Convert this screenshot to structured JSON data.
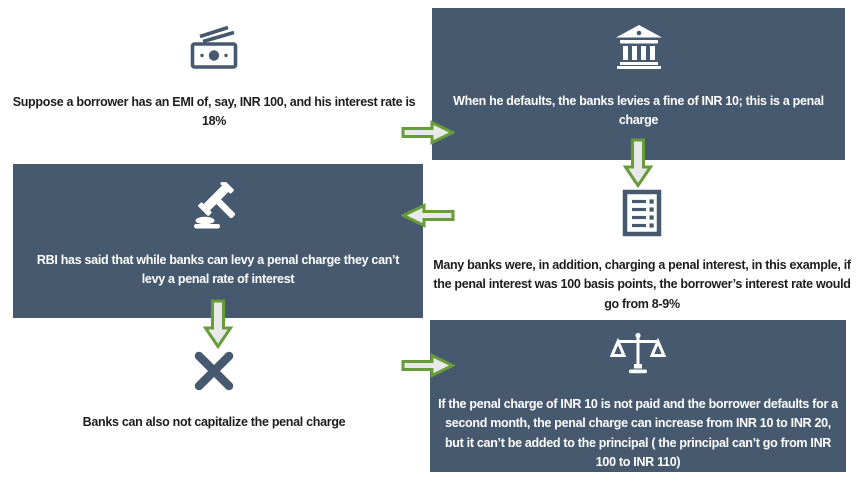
{
  "colors": {
    "panel_dark": "#47596E",
    "arrow_border_green": "#689c3a",
    "arrow_fill": "#e9e9e9",
    "icon_on_light": "#47596E",
    "icon_on_dark": "#ffffff",
    "text_on_light": "#1d1d1d",
    "text_on_dark": "#ffffff"
  },
  "panels": [
    {
      "id": "emi-setup",
      "variant": "light",
      "icon": "money-icon",
      "text": "Suppose a borrower has an EMI of, say, INR 100, and his interest rate is 18%"
    },
    {
      "id": "penal-charge",
      "variant": "dark",
      "icon": "bank-icon",
      "text": "When he defaults, the banks levies a fine of INR 10; this is a penal charge"
    },
    {
      "id": "rbi-ruling",
      "variant": "dark",
      "icon": "gavel-icon",
      "text": "RBI has said that while banks can levy a penal charge they can’t levy a penal rate of interest"
    },
    {
      "id": "penal-interest",
      "variant": "light",
      "icon": "list-document-icon",
      "text": "Many banks were, in addition, charging a penal interest, in this example, if the penal interest was 100 basis points, the borrower’s interest rate would go from 8-9%"
    },
    {
      "id": "no-capitalization",
      "variant": "light",
      "icon": "cross-icon",
      "text": "Banks can also not capitalize the penal charge"
    },
    {
      "id": "second-default",
      "variant": "dark",
      "icon": "scales-icon",
      "text": "If the penal charge of INR 10 is not paid and the borrower defaults for a second month, the penal charge can increase from INR 10 to INR 20, but it can’t be added to the principal ( the principal can’t go from INR 100 to INR 110)"
    }
  ],
  "arrows": [
    {
      "id": "arrow-1",
      "direction": "right",
      "from": "emi-setup",
      "to": "penal-charge"
    },
    {
      "id": "arrow-2",
      "direction": "down",
      "from": "penal-charge",
      "to": "penal-interest"
    },
    {
      "id": "arrow-3",
      "direction": "left",
      "from": "penal-interest",
      "to": "rbi-ruling"
    },
    {
      "id": "arrow-4",
      "direction": "down",
      "from": "rbi-ruling",
      "to": "no-capitalization"
    },
    {
      "id": "arrow-5",
      "direction": "right",
      "from": "no-capitalization",
      "to": "second-default"
    }
  ]
}
